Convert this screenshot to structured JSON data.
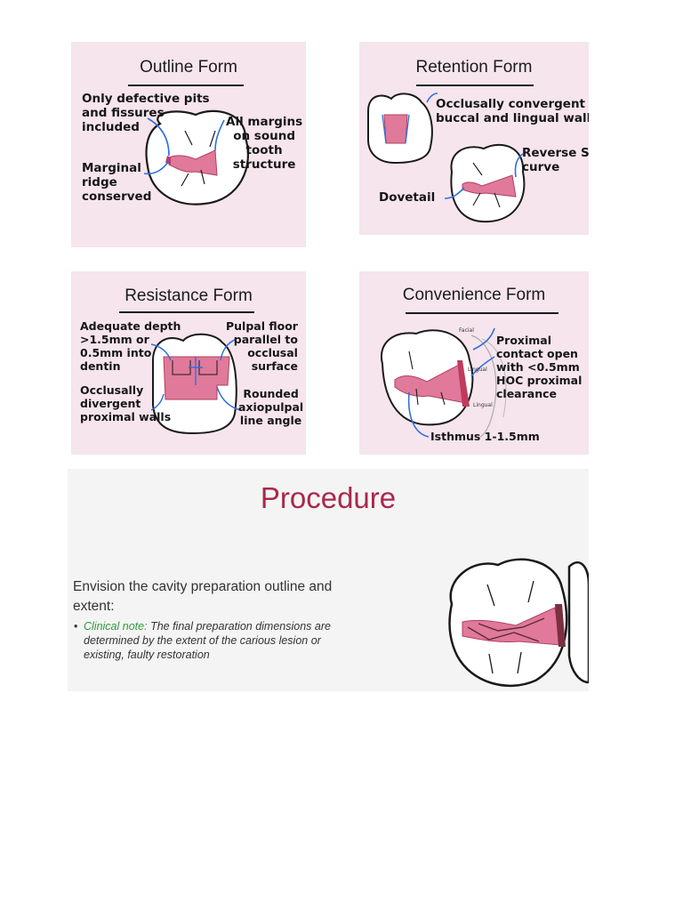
{
  "panels": {
    "outline": {
      "title": "Outline Form",
      "label_pits": "Only defective pits\nand fissures\nincluded",
      "label_margins": "All margins\non sound\ntooth\nstructure",
      "label_ridge": "Marginal\nridge\nconserved"
    },
    "retention": {
      "title": "Retention Form",
      "label_walls": "Occlusally convergent\nbuccal and lingual walls",
      "label_reverse": "Reverse S\ncurve",
      "label_dovetail": "Dovetail"
    },
    "resistance": {
      "title": "Resistance Form",
      "label_depth": "Adequate depth\n>1.5mm or\n0.5mm into\ndentin",
      "label_floor": "Pulpal floor\nparallel to\nocclusal\nsurface",
      "label_divergent": "Occlusally\ndivergent\nproximal walls",
      "label_rounded": "Rounded\naxiopulpal\nline angle"
    },
    "convenience": {
      "title": "Convenience Form",
      "label_contact": "Proximal\ncontact open\nwith <0.5mm\nHOC proximal\nclearance",
      "label_isthmus": "Isthmus 1-1.5mm",
      "tag_facial": "Facial",
      "tag_lingual": "Lingual",
      "tag_lingual2": "Lingual"
    }
  },
  "procedure": {
    "title": "Procedure",
    "body": "Envision the cavity preparation outline and extent:",
    "note_label": "Clinical note:",
    "note_text": "The final preparation dimensions are determined by the extent of the carious lesion or existing, faulty restoration"
  },
  "colors": {
    "panel_bg": "#f6e5ec",
    "prep_pink": "#e0799a",
    "arrow_blue": "#2f6fe0",
    "procedure_title": "#a8284a",
    "clinical_note": "#2f9a3a"
  }
}
